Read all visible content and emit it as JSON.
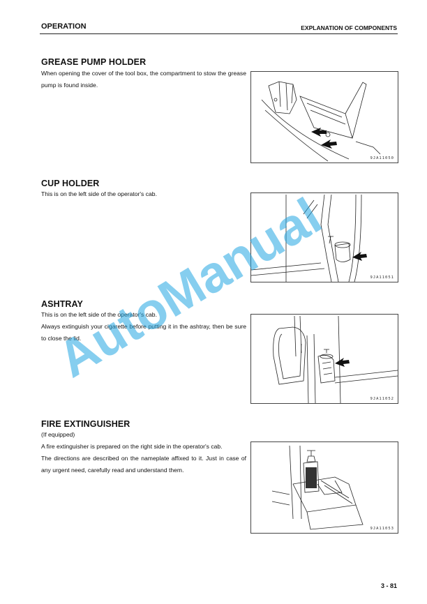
{
  "header": {
    "section": "OPERATION",
    "chapter": "EXPLANATION OF COMPONENTS"
  },
  "sections": [
    {
      "title": "GREASE PUMP HOLDER",
      "lines": [
        "When opening the cover of the tool box, the compartment to stow the grease pump is found inside."
      ],
      "figure_code": "9JA11050"
    },
    {
      "title": "CUP HOLDER",
      "lines": [
        "This is on the left side of the operator's cab."
      ],
      "figure_code": "9JA11051"
    },
    {
      "title": "ASHTRAY",
      "lines": [
        "This is on the left side of the operator's cab.",
        "Always extinguish your cigarette before putting it in the ashtray, then be sure to close the lid."
      ],
      "figure_code": "9JA11052"
    },
    {
      "title": "FIRE EXTINGUISHER",
      "lines": [
        "(If equipped)",
        "A fire extinguisher is prepared on the right side in the operator's cab.",
        "The directions are described on the nameplate affixed to it. Just in case of any urgent need, carefully read and understand them."
      ],
      "figure_code": "9JA11053"
    }
  ],
  "page_number": "3 - 81",
  "watermark": "AutoManual"
}
